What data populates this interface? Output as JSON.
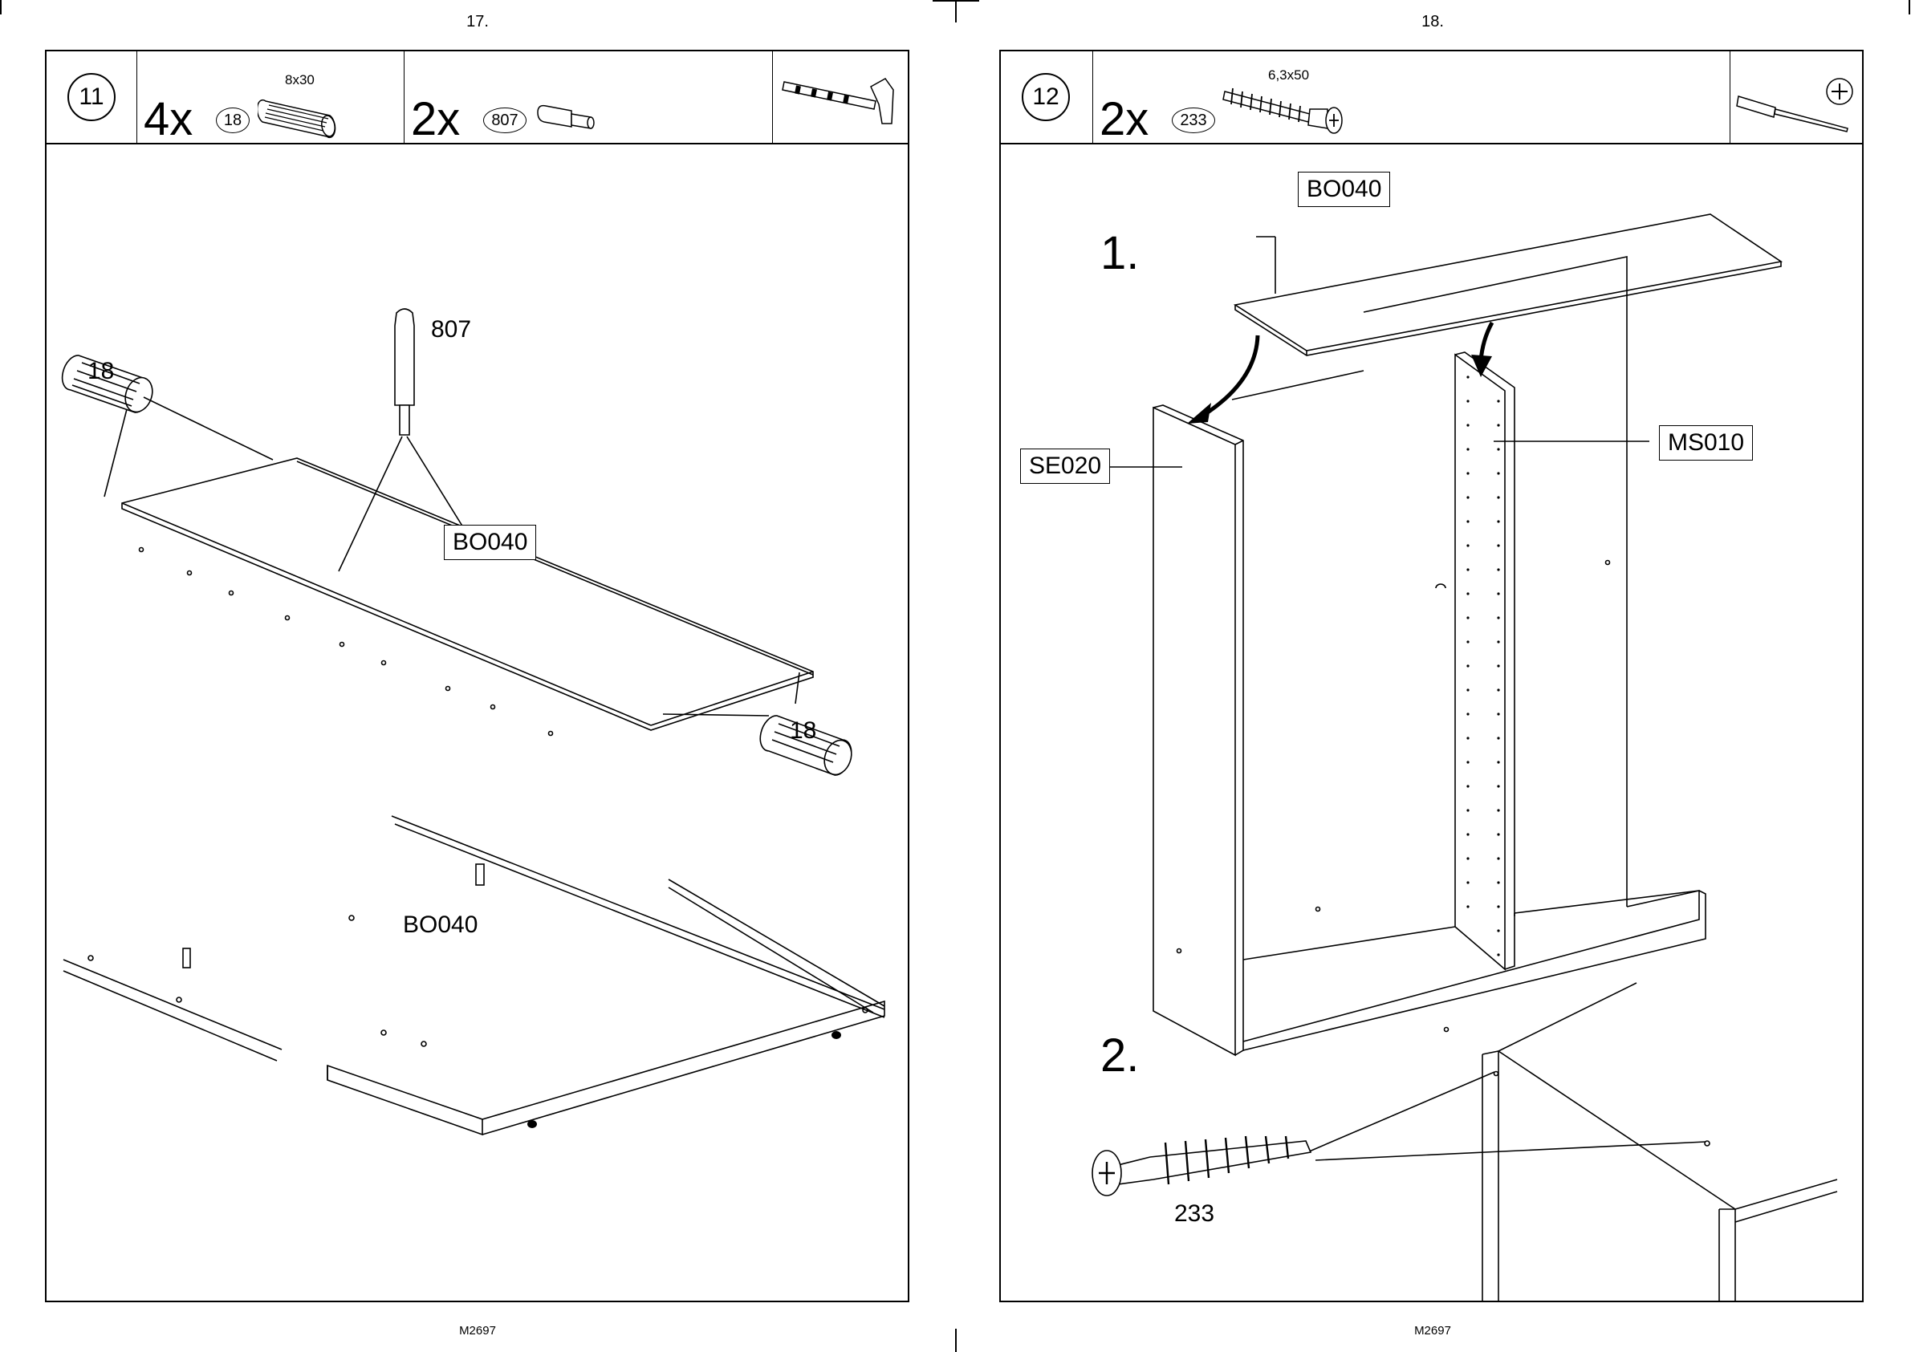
{
  "left_page": {
    "page_number": "17.",
    "footer_code": "M2697",
    "step": "11",
    "parts": [
      {
        "qty": "4x",
        "part_no": "18",
        "dimension": "8x30",
        "kind": "dowel"
      },
      {
        "qty": "2x",
        "part_no": "807",
        "kind": "shelf-pin"
      }
    ],
    "tool": "hammer-icon",
    "labels": {
      "dowel_top": "18",
      "pin": "807",
      "panel_box": "BO040",
      "dowel_bottom": "18",
      "panel_lower": "BO040"
    }
  },
  "right_page": {
    "page_number": "18.",
    "footer_code": "M2697",
    "step": "12",
    "parts": [
      {
        "qty": "2x",
        "part_no": "233",
        "dimension": "6,3x50",
        "kind": "screw"
      }
    ],
    "tool": "screwdriver-icon",
    "labels": {
      "top_panel": "BO040",
      "side_panel": "SE020",
      "middle_panel": "MS010",
      "substep1": "1.",
      "substep2": "2.",
      "screw": "233"
    }
  }
}
